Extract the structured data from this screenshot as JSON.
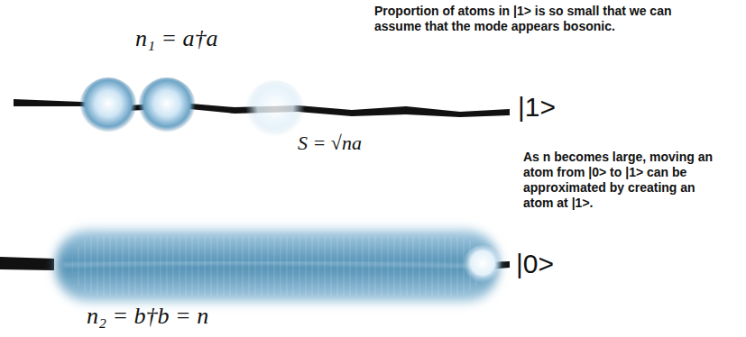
{
  "diagram": {
    "labels": [
      "n₁ = a†a",
      "Proportion of atoms in |1> is so small that we can assume that the mode appears bosonic.",
      "|1>",
      "S = √na",
      "As n becomes large, moving an atom from |0> to |1> can be approximated by creating an atom at |1>.",
      "|0>",
      "n₂ = b†b = n"
    ]
  }
}
